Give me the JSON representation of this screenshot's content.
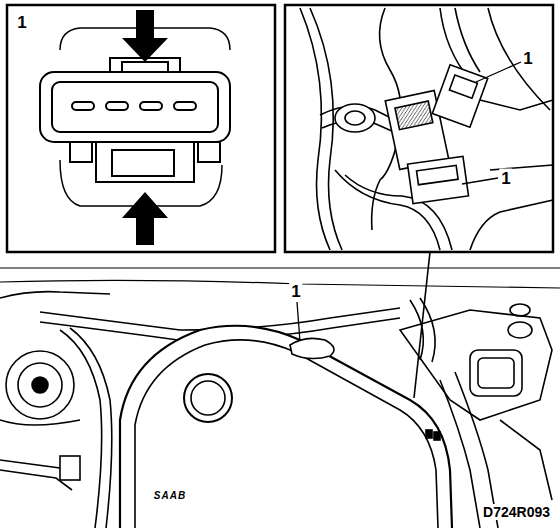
{
  "diagram": {
    "labels": [
      "1",
      "1",
      "1",
      "1",
      "SAAB",
      "D724R093"
    ]
  }
}
